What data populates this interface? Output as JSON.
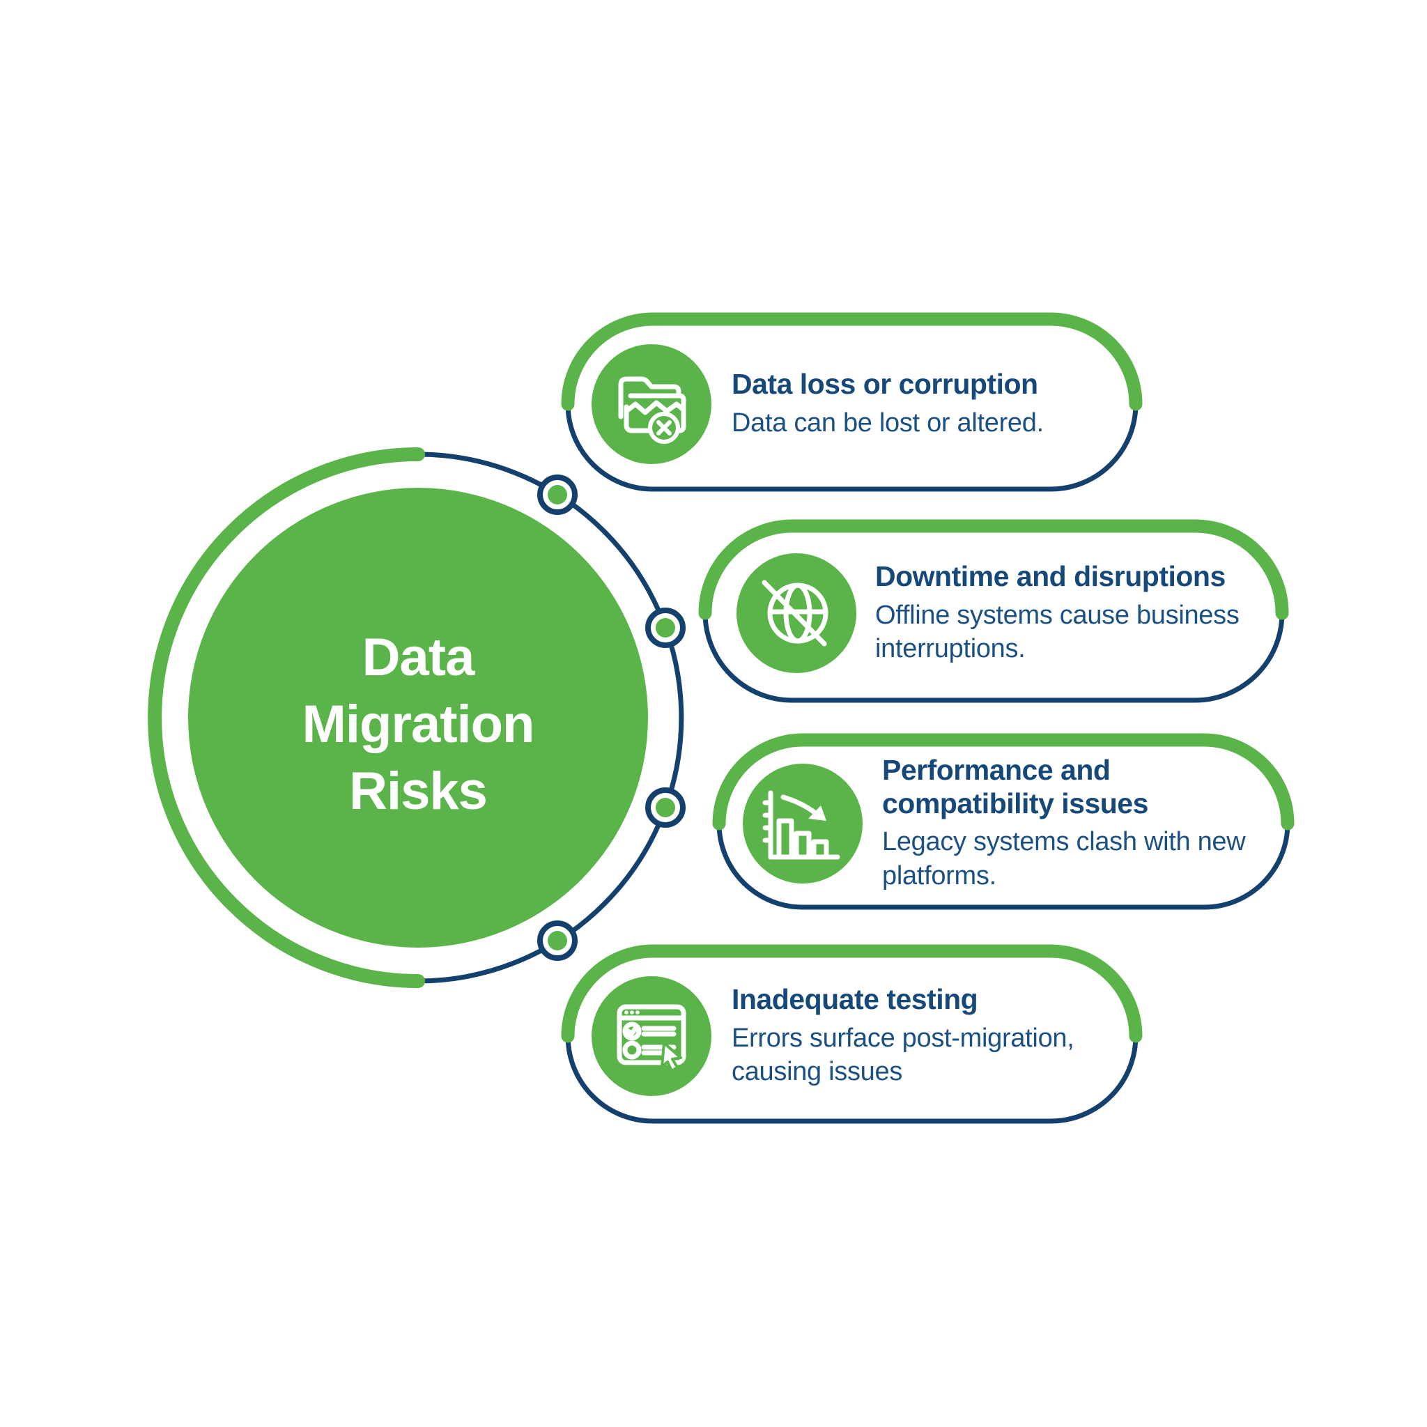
{
  "colors": {
    "green": "#5BB449",
    "navy": "#14406E",
    "title": "#16487A",
    "desc": "#1B5085",
    "white": "#FFFFFF"
  },
  "center": {
    "title": "Data\nMigration\nRisks"
  },
  "cards": [
    {
      "icon": "data-loss-folder-x-icon",
      "title": "Data loss or corruption",
      "desc": "Data can be lost or altered."
    },
    {
      "icon": "downtime-globe-slash-icon",
      "title": "Downtime and disruptions",
      "desc": "Offline systems cause business\ninterruptions."
    },
    {
      "icon": "performance-declining-chart-icon",
      "title": "Performance and\ncompatibility issues",
      "desc": "Legacy systems clash with new\nplatforms."
    },
    {
      "icon": "testing-browser-checklist-icon",
      "title": "Inadequate testing",
      "desc": "Errors surface post-migration,\ncausing issues"
    }
  ]
}
